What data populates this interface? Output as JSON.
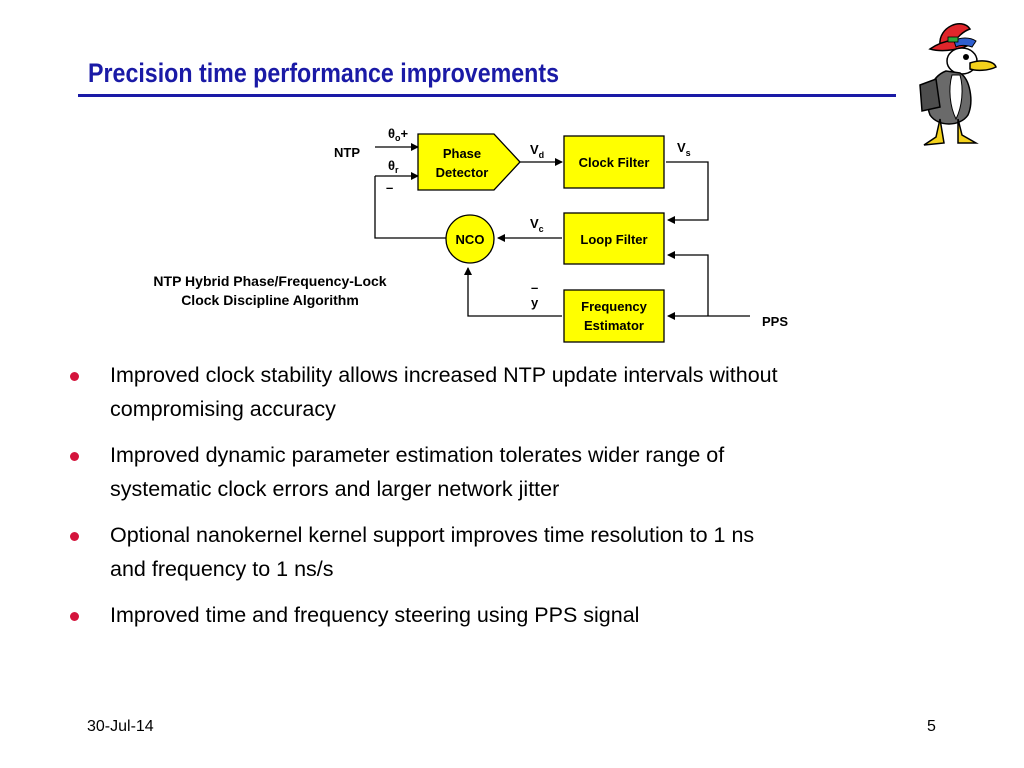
{
  "slide": {
    "title": "Precision time performance improvements",
    "date": "30-Jul-14",
    "page_number": "5"
  },
  "diagram": {
    "input_label": "NTP",
    "theta_o": "θ",
    "theta_o_sub": "o",
    "plus": "+",
    "theta_r": "θ",
    "theta_r_sub": "r",
    "minus": "–",
    "phase_detector_line1": "Phase",
    "phase_detector_line2": "Detector",
    "vd": "V",
    "vd_sub": "d",
    "clock_filter": "Clock Filter",
    "vs": "V",
    "vs_sub": "s",
    "nco": "NCO",
    "vc": "V",
    "vc_sub": "c",
    "loop_filter": "Loop Filter",
    "y_bar": "–",
    "y": "y",
    "freq_est_line1": "Frequency",
    "freq_est_line2": "Estimator",
    "pps": "PPS",
    "caption_line1": "NTP Hybrid Phase/Frequency-Lock",
    "caption_line2": "Clock Discipline Algorithm",
    "colors": {
      "block_fill": "#ffff00",
      "line": "#000000"
    }
  },
  "bullets": [
    {
      "line1": "Improved clock stability allows increased NTP update intervals without",
      "line2": "compromising accuracy"
    },
    {
      "line1": "Improved dynamic parameter estimation tolerates wider range of",
      "line2": "systematic clock errors and larger network jitter"
    },
    {
      "line1": "Optional nanokernel kernel support improves time resolution to 1 ns",
      "line2": "and frequency to 1 ns/s"
    },
    {
      "line1": "Improved time and frequency steering using PPS signal",
      "line2": ""
    }
  ],
  "mascot": {
    "icon": "duck-mascot-icon"
  },
  "bullet_color": "#d4143c",
  "title_color": "#1a1aa6"
}
